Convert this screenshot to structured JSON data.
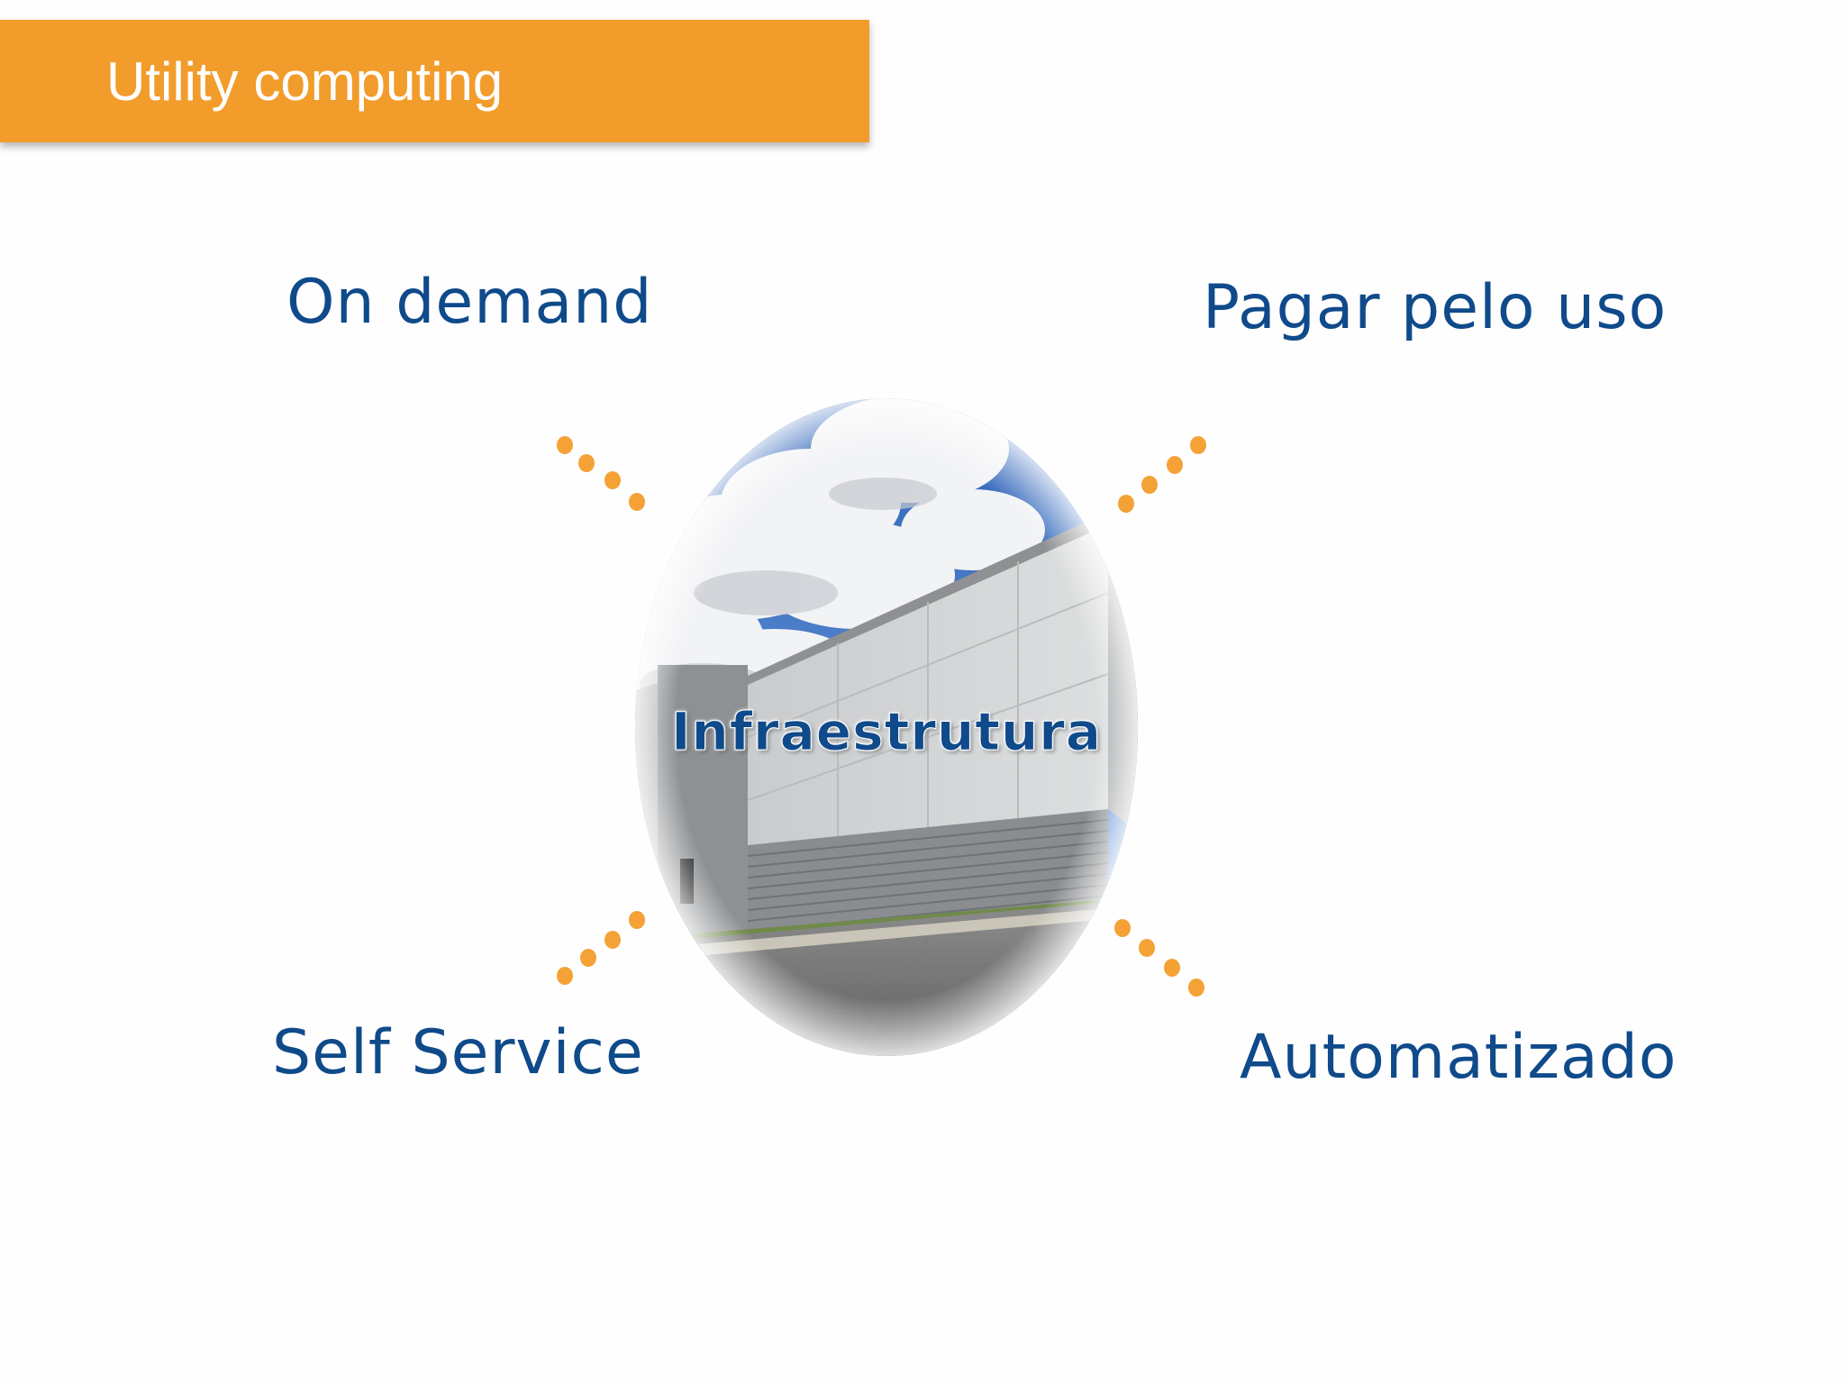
{
  "slide": {
    "title": "Utility computing",
    "hub_label": "Infraestrutura",
    "concepts": {
      "top_left": "On demand",
      "top_right": "Pagar pelo uso",
      "bottom_left": "Self Service",
      "bottom_right": "Automatizado"
    },
    "colors": {
      "title_bar": "#f29c2b",
      "title_text": "#ffffff",
      "concept_text": "#0f4a8a",
      "dots": "#f4a236"
    },
    "hub_image": "building-with-clouds-photo"
  }
}
